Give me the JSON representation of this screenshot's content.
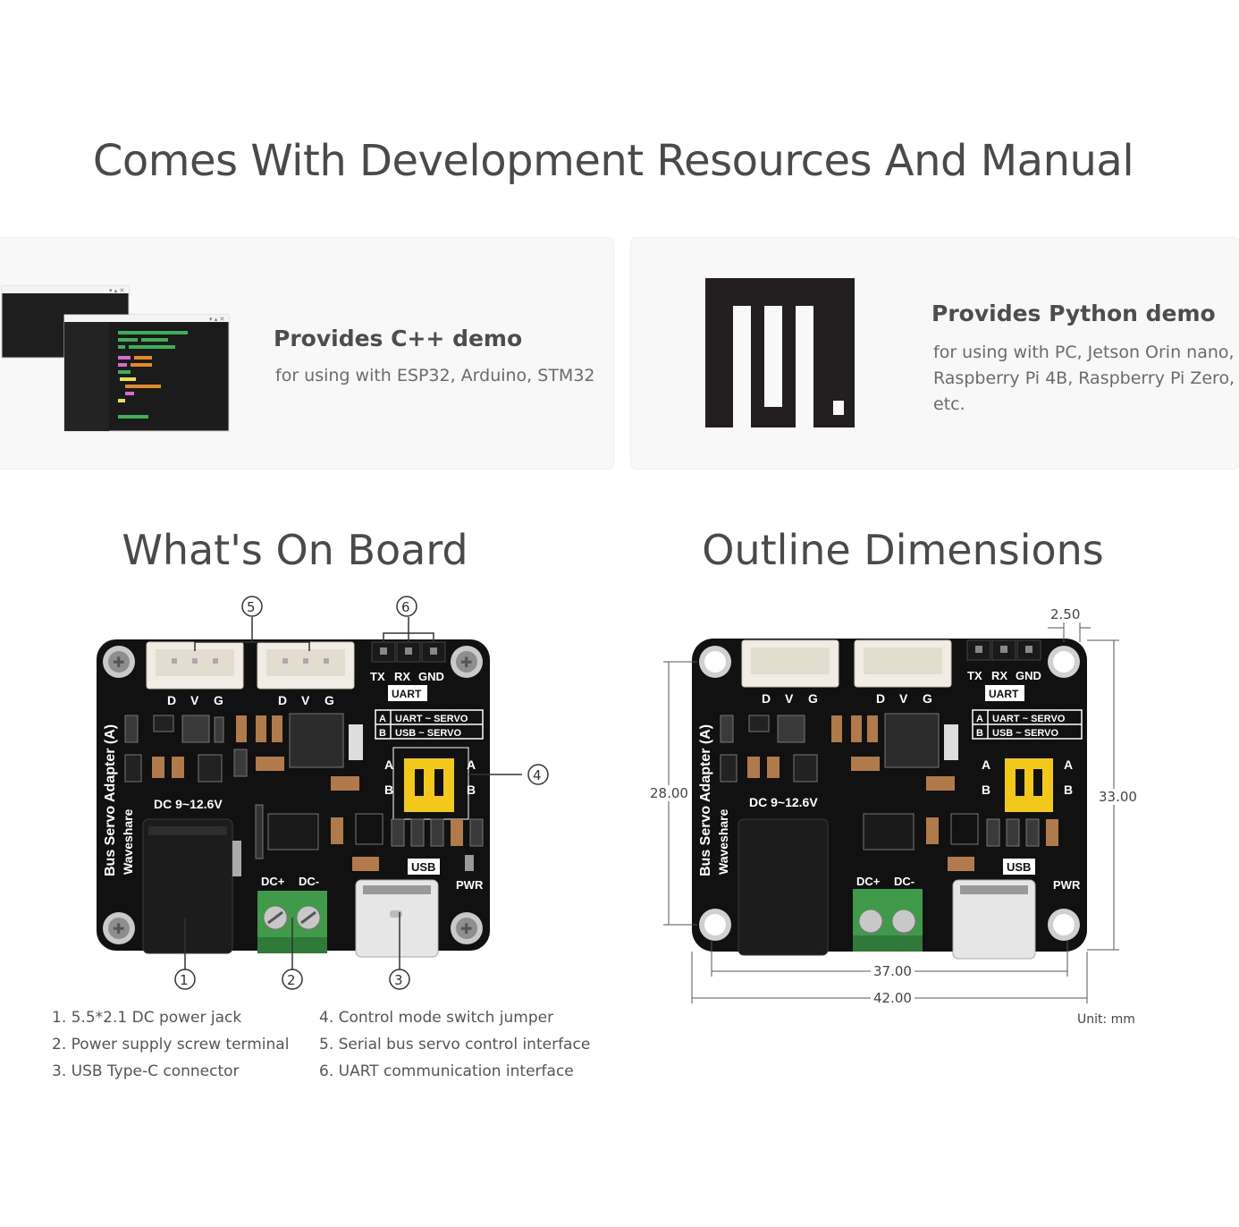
{
  "main_title": "Comes With Development Resources And Manual",
  "cards": {
    "cpp": {
      "title": "Provides C++ demo",
      "desc": "for using with ESP32, Arduino, STM32"
    },
    "python": {
      "title": "Provides Python demo",
      "desc_lines": [
        "for using with PC, Jetson Orin nano,",
        "Raspberry Pi 4B, Raspberry Pi Zero,",
        "etc."
      ]
    }
  },
  "sections": {
    "onboard": "What's On Board",
    "dimensions": "Outline Dimensions"
  },
  "board": {
    "name": "Bus Servo Adapter (A)",
    "brand": "Waveshare",
    "power_label": "DC 9~12.6V",
    "servo_pins": [
      "D",
      "V",
      "G"
    ],
    "uart_pins": [
      "TX",
      "RX",
      "GND"
    ],
    "uart_label": "UART",
    "mode_a": "UART ~ SERVO",
    "mode_b": "USB ~ SERVO",
    "mode_a_letter": "A",
    "mode_b_letter": "B",
    "usb_label": "USB",
    "pwr_label": "PWR",
    "dc_plus": "DC+",
    "dc_minus": "DC-"
  },
  "callouts": [
    "①",
    "②",
    "③",
    "④",
    "⑤",
    "⑥"
  ],
  "legend": [
    "1. 5.5*2.1 DC power jack",
    "2. Power supply screw terminal",
    "3. USB Type-C connector",
    "4. Control mode switch jumper",
    "5. Serial bus servo control interface",
    "6. UART communication interface"
  ],
  "dimensions": {
    "hole_offset": "2.50",
    "height_inner": "28.00",
    "height_outer": "33.00",
    "width_inner": "37.00",
    "width_outer": "42.00",
    "unit": "Unit: mm"
  },
  "colors": {
    "pcb": "#111111",
    "terminal_green": "#3f9a4a",
    "jumper_yellow": "#f2c81b",
    "connector_white": "#f1ede4",
    "text_gray": "#4a4a4a"
  }
}
